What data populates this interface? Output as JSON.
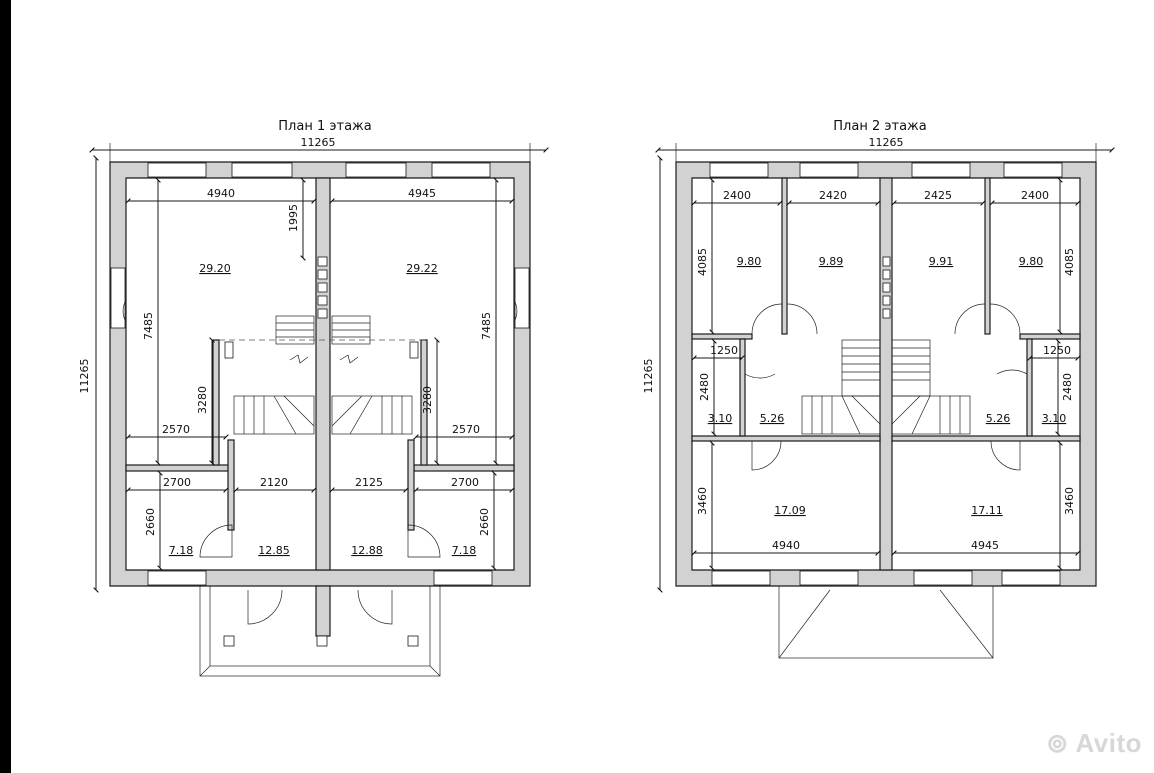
{
  "plan1": {
    "title": "План 1 этажа",
    "total_width": "11265",
    "total_height": "11265",
    "dims": {
      "top_left": "4940",
      "top_right": "4945",
      "h1995": "1995",
      "v_left": "7485",
      "v_right": "7485",
      "v3280_left": "3280",
      "v3280_right": "3280",
      "w2570_left": "2570",
      "w2570_right": "2570",
      "w2700_left": "2700",
      "w2120": "2120",
      "w2125": "2125",
      "w2700_right": "2700",
      "v2660_left": "2660",
      "v2660_right": "2660"
    },
    "areas": {
      "living_left": "29.20",
      "living_right": "29.22",
      "room_left": "7.18",
      "hall_left": "12.85",
      "hall_right": "12.88",
      "room_right": "7.18"
    }
  },
  "plan2": {
    "title": "План 2 этажа",
    "total_width": "11265",
    "total_height": "11265",
    "dims": {
      "w2400_a": "2400",
      "w2420": "2420",
      "w2425": "2425",
      "w2400_b": "2400",
      "v4085_left": "4085",
      "v4085_right": "4085",
      "w1250_left": "1250",
      "w1250_right": "1250",
      "v2480_left": "2480",
      "v2480_right": "2480",
      "v3460_left": "3460",
      "v3460_right": "3460",
      "w4940": "4940",
      "w4945": "4945"
    },
    "areas": {
      "bed1": "9.80",
      "bed2": "9.89",
      "bed3": "9.91",
      "bed4": "9.80",
      "bath_left": "3.10",
      "hall_left": "5.26",
      "hall_right": "5.26",
      "bath_right": "3.10",
      "big_left": "17.09",
      "big_right": "17.11"
    }
  },
  "watermark": "Avito"
}
